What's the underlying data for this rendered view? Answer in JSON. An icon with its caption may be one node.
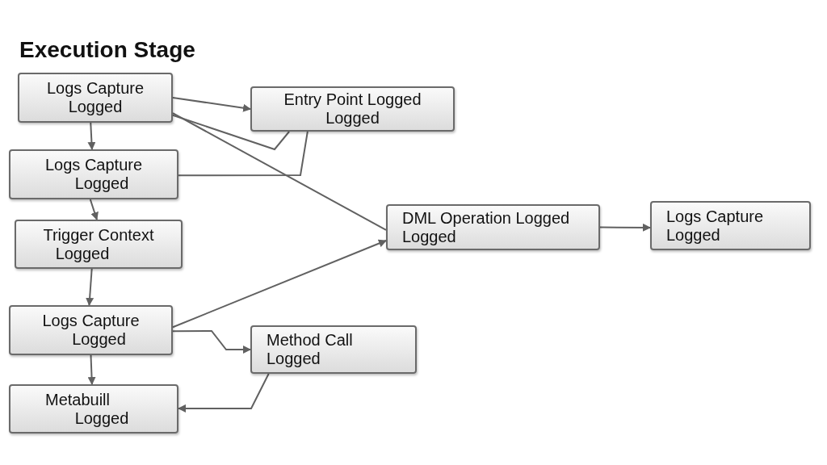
{
  "diagram": {
    "title": "Execution Stage",
    "nodes": [
      {
        "text": [
          "Logs Capture",
          "Logged"
        ]
      },
      {
        "text": [
          "Entry Point Logged",
          "Logged"
        ]
      },
      {
        "text": [
          "Logs Capture",
          "Logged"
        ]
      },
      {
        "text": [
          "Trigger Context",
          "Logged"
        ]
      },
      {
        "text": [
          "DML Operation Logged",
          "Logged"
        ]
      },
      {
        "text": [
          "Logs Capture",
          "Logged"
        ]
      },
      {
        "text": [
          "Logs Capture",
          "Logged"
        ]
      },
      {
        "text": [
          "Method Call",
          "Logged"
        ]
      },
      {
        "text": [
          "Metabuill",
          "Logged"
        ]
      }
    ],
    "edges": [
      {
        "from": 0,
        "to": 1,
        "arrow": "to"
      },
      {
        "from": 0,
        "to": 2,
        "arrow": "to"
      },
      {
        "from": 0,
        "to": 4,
        "arrow": "none"
      },
      {
        "from": 0,
        "to": 1,
        "arrow": "none"
      },
      {
        "from": 2,
        "to": 1,
        "arrow": "none"
      },
      {
        "from": 2,
        "to": 3,
        "arrow": "to"
      },
      {
        "from": 3,
        "to": 6,
        "arrow": "to"
      },
      {
        "from": 6,
        "to": 4,
        "arrow": "to"
      },
      {
        "from": 6,
        "to": 7,
        "arrow": "to"
      },
      {
        "from": 6,
        "to": 8,
        "arrow": "to"
      },
      {
        "from": 7,
        "to": 8,
        "arrow": "to"
      },
      {
        "from": 4,
        "to": 5,
        "arrow": "to"
      }
    ]
  }
}
